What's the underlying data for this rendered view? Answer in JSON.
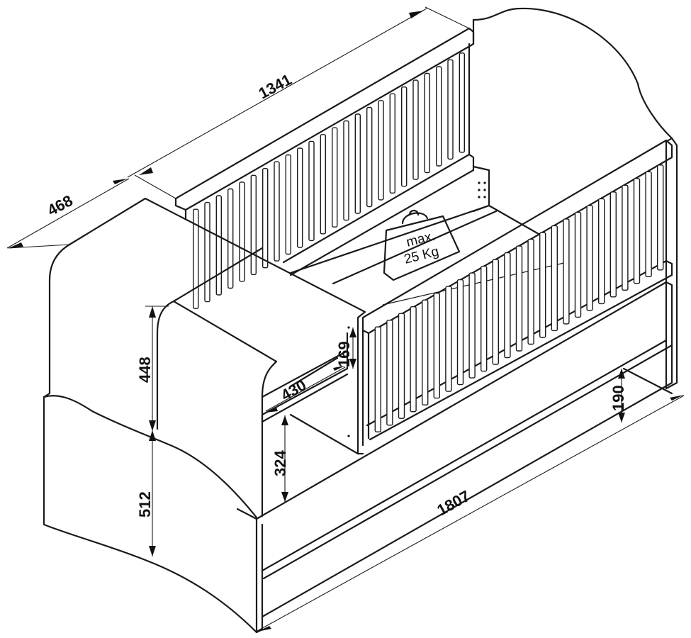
{
  "dimensions": {
    "depth_top": "468",
    "length_upper": "1341",
    "length_lower": "1807",
    "chest_height": "448",
    "base_height": "512",
    "shelf_height": "169",
    "shelf_depth": "430",
    "open_shelf_height": "324",
    "drawer_height": "190"
  },
  "weight_tag": {
    "line1": "max.",
    "line2": "25 Kg"
  }
}
